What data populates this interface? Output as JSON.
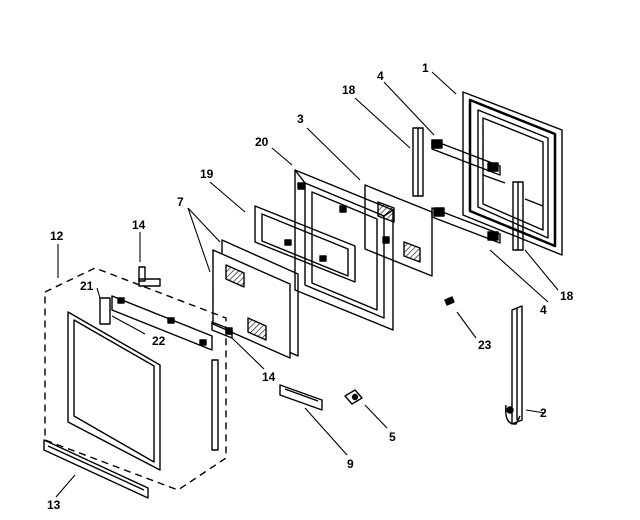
{
  "diagram": {
    "line_color": "#000000",
    "background": "#ffffff",
    "callouts": [
      {
        "id": "c1",
        "text": "1"
      },
      {
        "id": "c2",
        "text": "2"
      },
      {
        "id": "c3",
        "text": "3"
      },
      {
        "id": "c4a",
        "text": "4"
      },
      {
        "id": "c4b",
        "text": "4"
      },
      {
        "id": "c5",
        "text": "5"
      },
      {
        "id": "c7",
        "text": "7"
      },
      {
        "id": "c9",
        "text": "9"
      },
      {
        "id": "c12",
        "text": "12"
      },
      {
        "id": "c13",
        "text": "13"
      },
      {
        "id": "c14a",
        "text": "14"
      },
      {
        "id": "c14b",
        "text": "14"
      },
      {
        "id": "c18a",
        "text": "18"
      },
      {
        "id": "c18b",
        "text": "18"
      },
      {
        "id": "c19",
        "text": "19"
      },
      {
        "id": "c20",
        "text": "20"
      },
      {
        "id": "c21",
        "text": "21"
      },
      {
        "id": "c22",
        "text": "22"
      },
      {
        "id": "c23",
        "text": "23"
      }
    ]
  }
}
